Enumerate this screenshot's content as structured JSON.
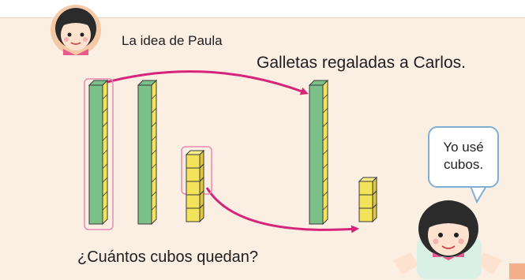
{
  "header": {
    "idea_label": "La idea de Paula"
  },
  "scene": {
    "title": "Galletas regaladas a Carlos.",
    "question": "¿Cuántos cubos quedan?"
  },
  "speech_bubble": {
    "line1": "Yo usé",
    "line2": "cubos."
  },
  "colors": {
    "panel_bg": "#fbeee3",
    "rod_green": "#7cc08a",
    "cube_yellow": "#f3e35a",
    "arrow_magenta": "#d6247a",
    "highlight_pink": "#e98ab0",
    "bubble_border": "#7fb0d4"
  },
  "icons": [
    "girl-avatar-icon",
    "girl-character-icon",
    "arrow-icon"
  ]
}
